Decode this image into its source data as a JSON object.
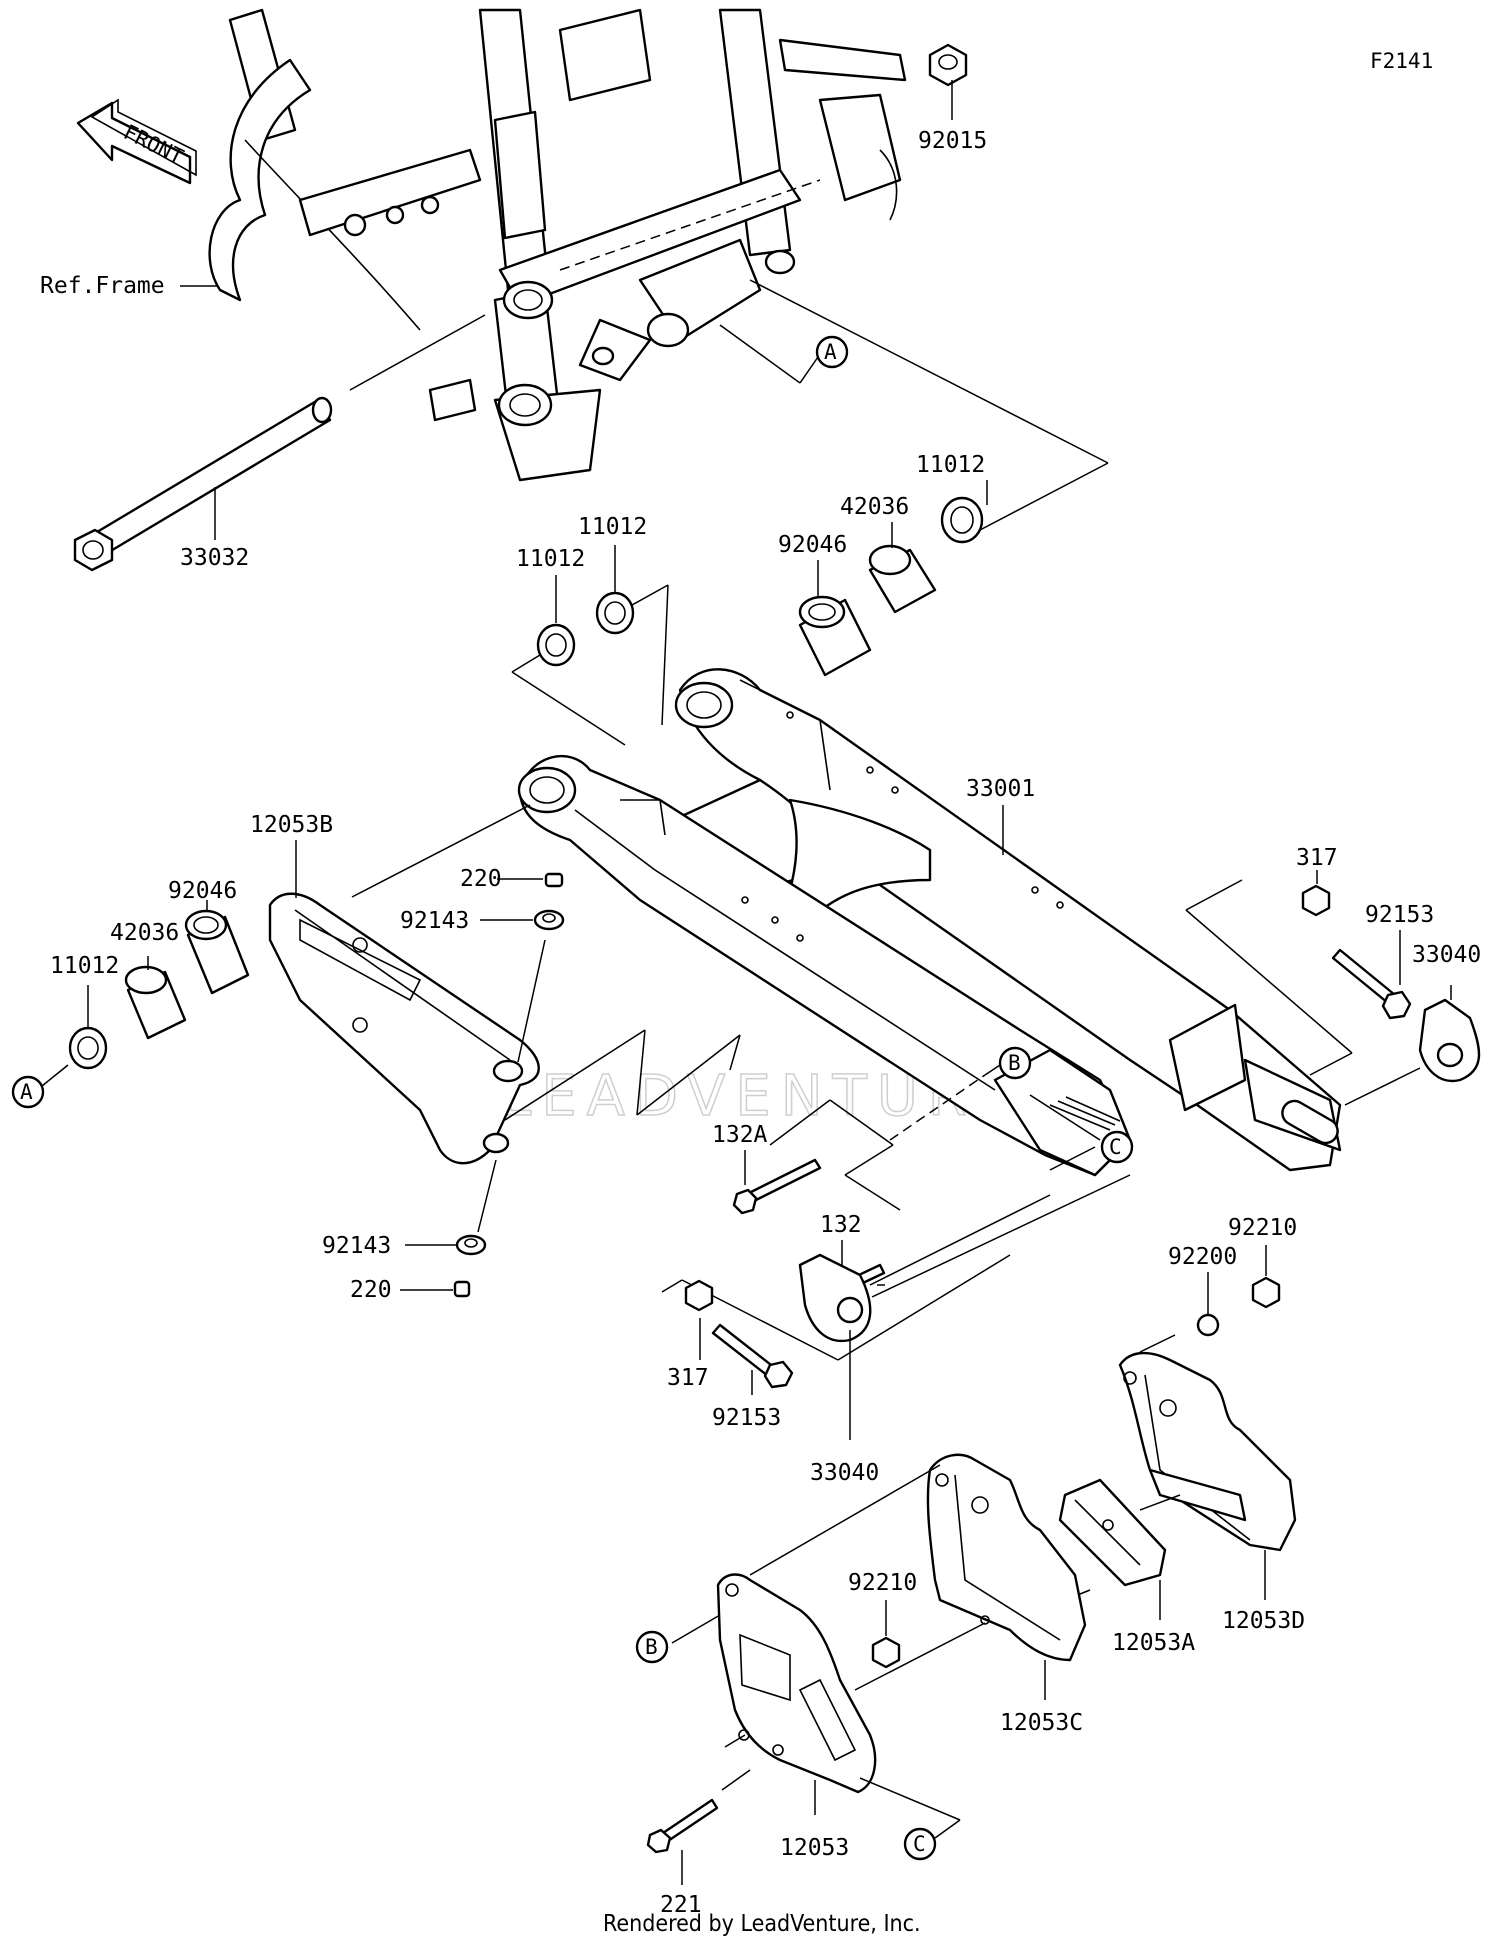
{
  "diagram_code": "F2141",
  "front_arrow_label": "FRONT",
  "frame_ref_label": "Ref.Frame",
  "footer": "Rendered by LeadVenture, Inc.",
  "watermark": "LEADVENTURE",
  "callouts": {
    "a_top": "A",
    "a_left": "A",
    "b_mid": "B",
    "b_low": "B",
    "c_mid": "C",
    "c_low": "C"
  },
  "parts": {
    "p92015": "92015",
    "p33032": "33032",
    "p11012_a": "11012",
    "p11012_b": "11012",
    "p11012_c": "11012",
    "p11012_d": "11012",
    "p42036_a": "42036",
    "p42036_b": "42036",
    "p92046_a": "92046",
    "p92046_b": "92046",
    "p33001": "33001",
    "p12053B": "12053B",
    "p220_a": "220",
    "p220_b": "220",
    "p92143_a": "92143",
    "p92143_b": "92143",
    "p317_a": "317",
    "p317_b": "317",
    "p92153_a": "92153",
    "p92153_b": "92153",
    "p33040_a": "33040",
    "p33040_b": "33040",
    "p132A": "132A",
    "p132": "132",
    "p92210_a": "92210",
    "p92210_b": "92210",
    "p92200": "92200",
    "p12053A": "12053A",
    "p12053D": "12053D",
    "p12053C": "12053C",
    "p12053": "12053",
    "p221": "221"
  }
}
